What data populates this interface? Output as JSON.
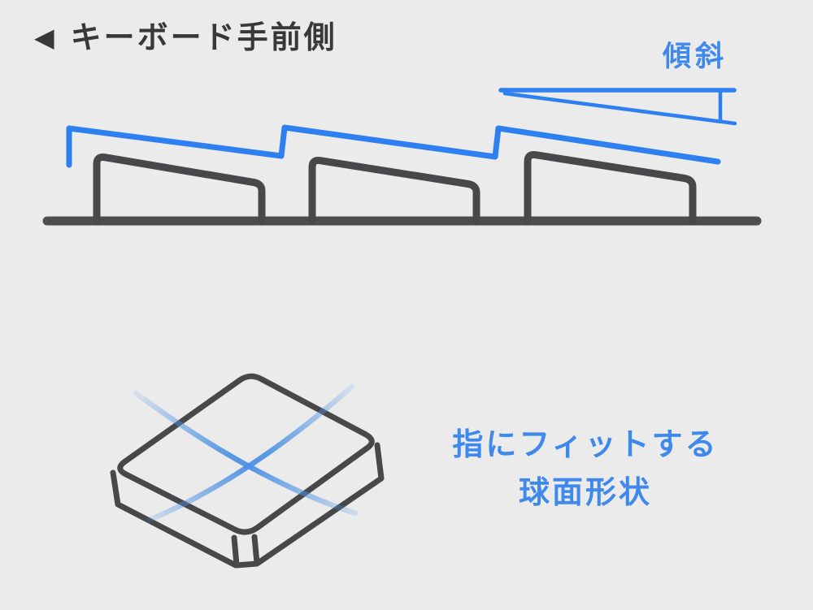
{
  "header": {
    "marker_icon": "◀",
    "title": "キーボード手前側"
  },
  "slope_diagram": {
    "incline_label": "傾斜",
    "keycap_count": 3
  },
  "keycap_detail": {
    "caption_line1": "指にフィットする",
    "caption_line2": "球面形状"
  },
  "colors": {
    "bg": "#ebebec",
    "ink": "#38383b",
    "outline": "#48484a",
    "baseline": "#4d4d4f",
    "blue": "#2e80f0",
    "text-blue": "#4089ec",
    "arc-blue": "#4a90e2"
  }
}
